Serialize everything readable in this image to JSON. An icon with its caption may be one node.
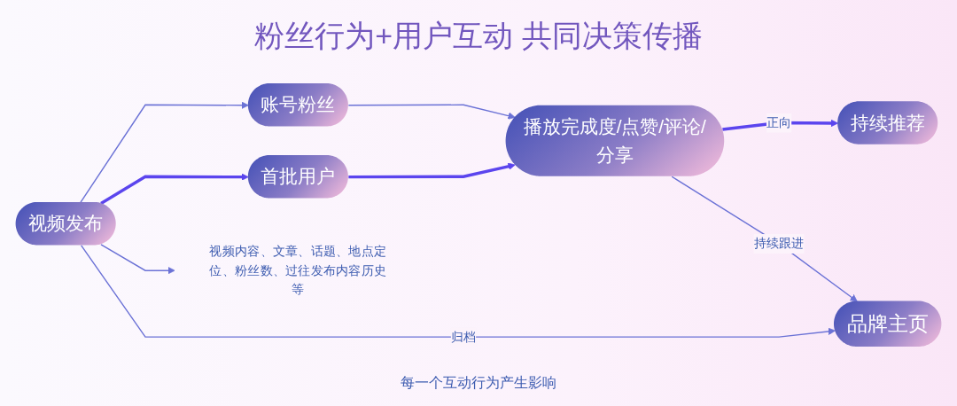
{
  "diagram": {
    "title": "粉丝行为+用户互动 共同决策传播",
    "nodes": [
      {
        "text": [
          "视频发布"
        ]
      },
      {
        "text": [
          "账号粉丝"
        ]
      },
      {
        "text": [
          "首批用户"
        ]
      },
      {
        "text": [
          "播放完成度/点赞/评论/分享"
        ]
      },
      {
        "text": [
          "持续推荐"
        ]
      },
      {
        "text": [
          "视频内容、文章、话题、地点定位、粉丝数、过往发布内容历史等"
        ]
      },
      {
        "text": [
          "品牌主页"
        ]
      }
    ],
    "edges": [
      {
        "from": 0,
        "to": 1,
        "arrow": "to"
      },
      {
        "from": 0,
        "to": 2,
        "arrow": "to",
        "style": "thick",
        "color": "#5b45ee"
      },
      {
        "from": 0,
        "to": 5,
        "arrow": "to"
      },
      {
        "from": 0,
        "to": 6,
        "arrow": "to",
        "label": "归档"
      },
      {
        "from": 1,
        "to": 3,
        "arrow": "to"
      },
      {
        "from": 2,
        "to": 3,
        "arrow": "to",
        "style": "thick",
        "color": "#5b45ee"
      },
      {
        "from": 3,
        "to": 4,
        "arrow": "to",
        "label": "正向",
        "style": "thick",
        "color": "#5b45ee"
      },
      {
        "from": 3,
        "to": 6,
        "arrow": "to",
        "label": "持续跟进"
      }
    ],
    "labels": [
      "每一个互动行为产生影响"
    ]
  }
}
